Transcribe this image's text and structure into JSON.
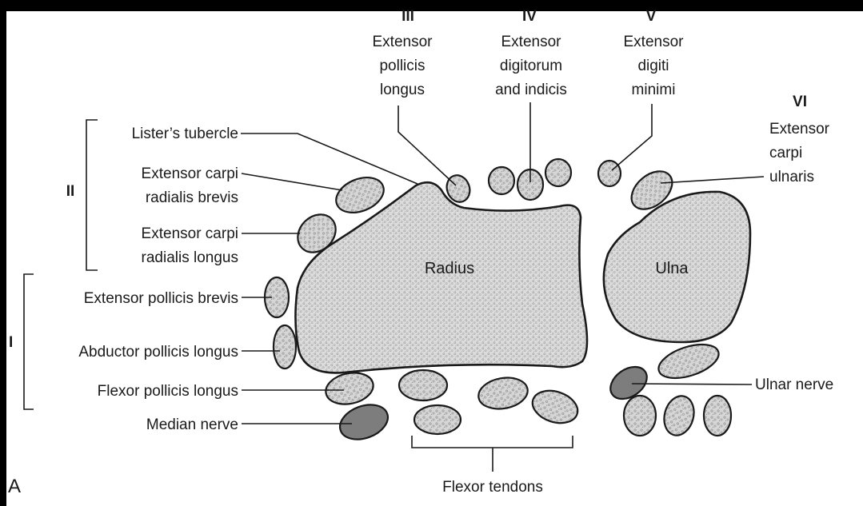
{
  "compartments": {
    "I": "I",
    "II": "II",
    "III": "III",
    "IV": "IV",
    "V": "V",
    "VI": "VI"
  },
  "labels": {
    "epl": [
      "Extensor",
      "pollicis",
      "longus"
    ],
    "edi": [
      "Extensor",
      "digitorum",
      "and indicis"
    ],
    "edm": [
      "Extensor",
      "digiti",
      "minimi"
    ],
    "ecu": [
      "Extensor",
      "carpi",
      "ulnaris"
    ],
    "listers": "Lister’s tubercle",
    "ecrb": [
      "Extensor carpi",
      "radialis brevis"
    ],
    "ecrl": [
      "Extensor carpi",
      "radialis longus"
    ],
    "epb": "Extensor pollicis brevis",
    "apl": "Abductor pollicis longus",
    "fpl": "Flexor pollicis longus",
    "median": "Median nerve",
    "ulnar": "Ulnar nerve",
    "flexor": "Flexor tendons"
  },
  "bones": {
    "radius": "Radius",
    "ulna": "Ulna"
  },
  "panel_letter": "A",
  "colors": {
    "tendon_fill": "#d9d9d9",
    "nerve_fill": "#7d7d7d",
    "outline": "#1a1a1a",
    "background": "#ffffff",
    "frame": "#000000"
  }
}
